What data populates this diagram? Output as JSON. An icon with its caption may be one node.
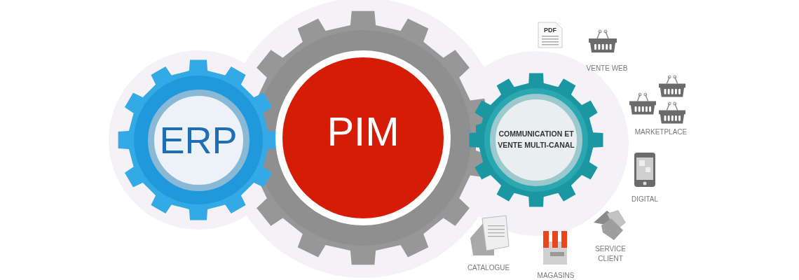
{
  "diagram": {
    "nodes": [
      {
        "text": [
          "ERP"
        ]
      },
      {
        "text": [
          "PIM"
        ]
      },
      {
        "text": [
          "COMMUNICATION ET VENTE MULTI-CANAL"
        ]
      }
    ],
    "labels": [
      "PDF",
      "VENTE WEB",
      "MARKETPLACE",
      "DIGITAL",
      "SERVICE CLIENT",
      "CATALOGUE",
      "MAGASINS"
    ]
  }
}
